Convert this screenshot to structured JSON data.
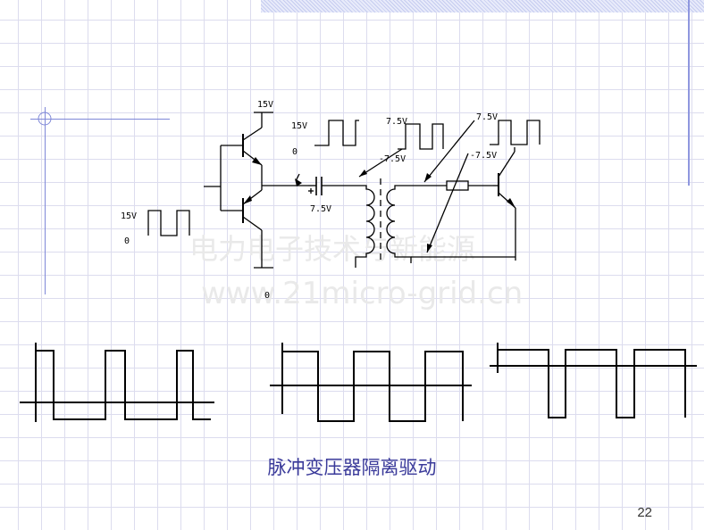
{
  "slide": {
    "caption": "脉冲变压器隔离驱动",
    "page_number": "22"
  },
  "watermark": {
    "line1": "电力电子技术与新能源",
    "line2": "www.21micro-grid.cn"
  },
  "circuit": {
    "supply_top": "15V",
    "supply_bottom": "0",
    "input_pulse_high": "15V",
    "input_pulse_low": "0",
    "push_pull_pulse_high": "15V",
    "push_pull_pulse_low": "0",
    "capacitor_voltage": "7.5V",
    "primary_pulse_high": "7.5V",
    "primary_pulse_low": "-7.5V",
    "secondary_pulse_high": "7.5V",
    "secondary_pulse_low": "-7.5V"
  },
  "colors": {
    "grid": "#dcdcee",
    "accent_line": "#8f97df",
    "caption": "#3a3a9a",
    "ink": "#000000"
  }
}
